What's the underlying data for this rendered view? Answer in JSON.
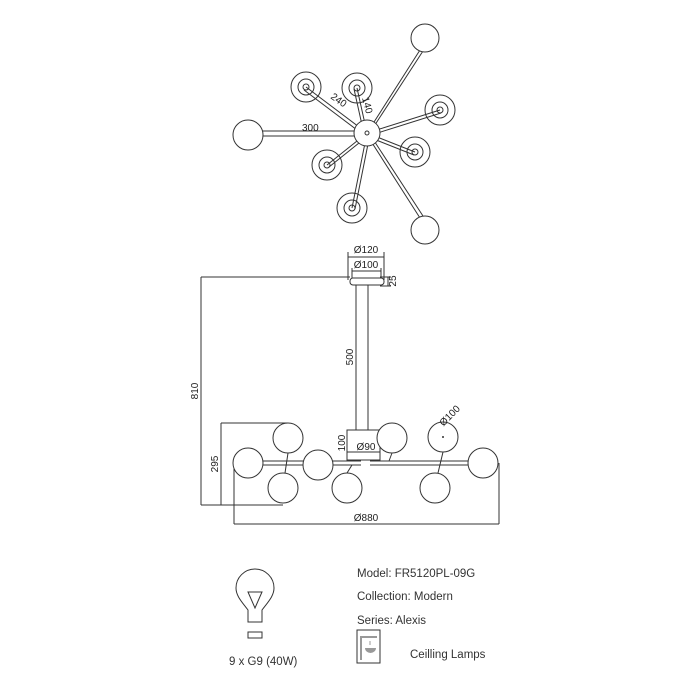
{
  "top_view": {
    "dimensions": {
      "arm_long": "300",
      "arm_mid": "240",
      "arm_short": "140"
    }
  },
  "side_view": {
    "dimensions": {
      "canopy_outer": "Ø120",
      "canopy_inner": "Ø100",
      "canopy_height": "25",
      "rod_length": "500",
      "total_height": "810",
      "body_height": "295",
      "hub_height": "100",
      "hub_diameter": "Ø90",
      "globe_diameter": "Ø100",
      "total_width": "Ø880"
    }
  },
  "bulb": {
    "spec": "9 x G9 (40W)",
    "icon": "light-bulb-icon"
  },
  "info": {
    "model": "Model: FR5120PL-09G",
    "collection": "Collection: Modern",
    "series": "Series: Alexis",
    "category": "Ceilling Lamps",
    "category_icon": "ceiling-lamp-icon"
  }
}
